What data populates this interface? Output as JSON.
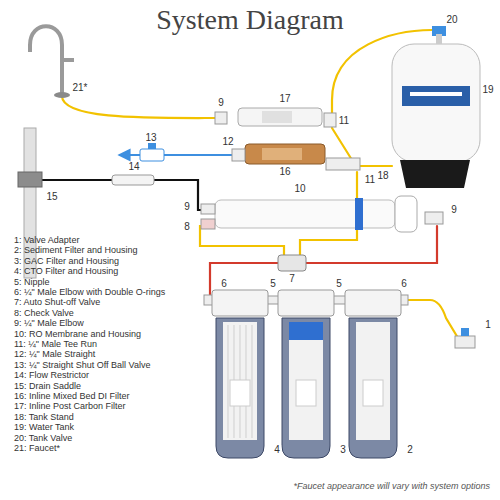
{
  "diagram": {
    "title": "System Diagram",
    "labels": [
      "20",
      "21*",
      "19",
      "18",
      "17",
      "9",
      "11",
      "13",
      "12",
      "16",
      "11",
      "14",
      "15",
      "10",
      "9",
      "9",
      "8",
      "7",
      "6",
      "5",
      "5",
      "6",
      "1",
      "4",
      "3",
      "2",
      "1: Valve Adapter",
      "2: Sediment Filter and Housing",
      "3: GAC Filter and Housing",
      "4: CTO Filter and Housing",
      "5: Nipple",
      "6: ¼\" Male Elbow with Double O-rings",
      "7: Auto Shut-off Valve",
      "8: Check Valve",
      "9: ¼\" Male Elbow",
      "10: RO Membrane and Housing",
      "11: ¼\" Male Tee Run",
      "12: ¼\" Male Straight",
      "13: ¼\" Straight Shut Off Ball Valve",
      "14: Flow Restrictor",
      "15: Drain Saddle",
      "16: Inline Mixed Bed DI Filter",
      "17: Inline Post Carbon Filter",
      "18: Tank Stand",
      "19: Water Tank",
      "20: Tank Valve",
      "21: Faucet*",
      "*Faucet appearance will vary with system options"
    ]
  }
}
